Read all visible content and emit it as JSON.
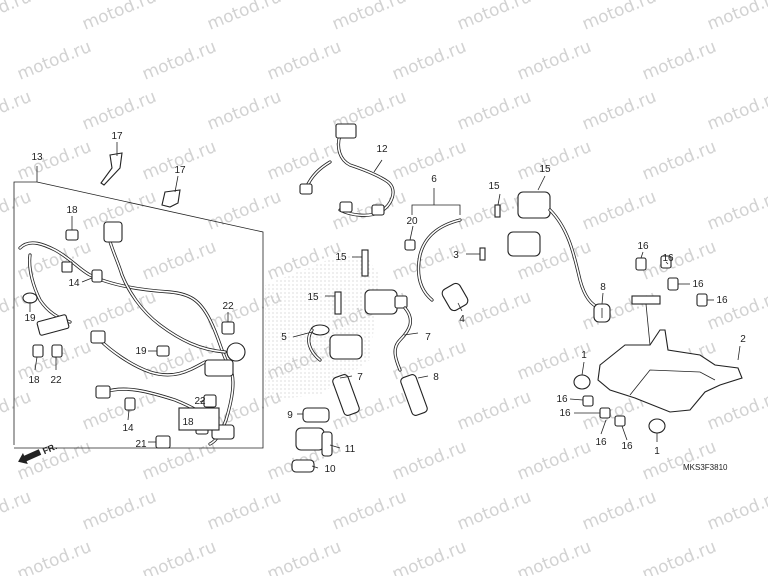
{
  "watermark": "motod.ru",
  "diagram_code": "MKS3F3810",
  "front_marker": "FR.",
  "callouts": [
    "13",
    "17",
    "17",
    "18",
    "14",
    "19",
    "18",
    "22",
    "22",
    "19",
    "14",
    "22",
    "18",
    "21",
    "12",
    "15",
    "15",
    "5",
    "7",
    "9",
    "11",
    "10",
    "6",
    "20",
    "15",
    "3",
    "7",
    "8",
    "4",
    "15",
    "16",
    "16",
    "16",
    "16",
    "8",
    "1",
    "2",
    "16",
    "16",
    "16",
    "16",
    "1"
  ]
}
